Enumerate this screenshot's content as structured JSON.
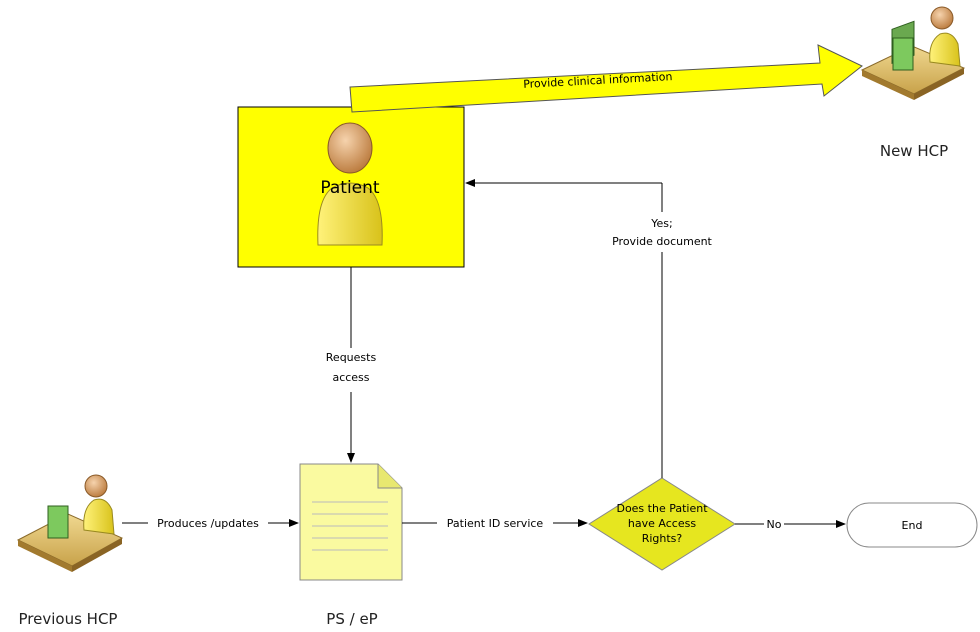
{
  "nodes": {
    "patient": "Patient",
    "new_hcp": "New HCP",
    "previous_hcp": "Previous HCP",
    "ps_ep": "PS / eP",
    "decision_line1": "Does the Patient",
    "decision_line2": "have Access",
    "decision_line3": "Rights?",
    "end": "End"
  },
  "edges": {
    "provide_clinical": "Provide clinical information",
    "requests_line1": "Requests",
    "requests_line2": "access",
    "produces": "Produces /updates",
    "patient_id": "Patient ID service",
    "no": "No",
    "yes_line1": "Yes;",
    "yes_line2": "Provide document"
  },
  "colors": {
    "yellow": "#ffff00",
    "decision_fill": "#e6e61f",
    "document_fill": "#fafaa0",
    "line": "#000000"
  }
}
